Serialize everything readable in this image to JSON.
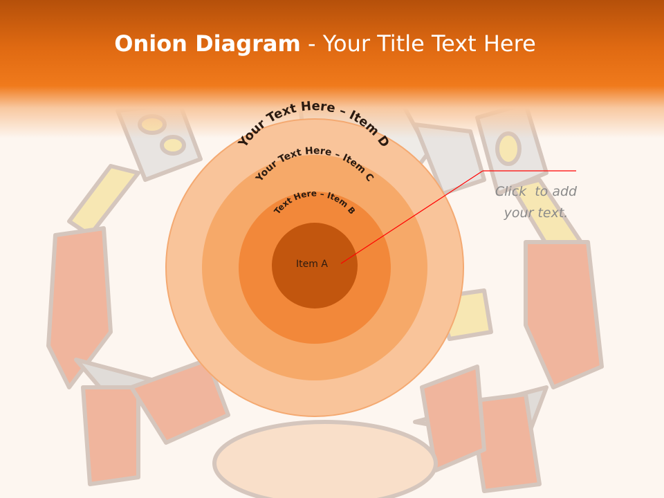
{
  "slide": {
    "title_bold": "Onion Diagram",
    "title_rest": " - Your Title Text Here",
    "callout_line1": "Click  to add",
    "callout_line2": "your text."
  },
  "diagram": {
    "item_a": "Item A",
    "item_b": "Text Here – Item B",
    "item_c": "Your Text Here – Item C",
    "item_d": "Your Text Here – Item D"
  },
  "colors": {
    "header": "#e06a12",
    "ring_d": "#f9c49a",
    "ring_c": "#f6a969",
    "ring_b": "#f2883a",
    "core_a": "#c2560e",
    "callout_line": "#ff0000"
  }
}
